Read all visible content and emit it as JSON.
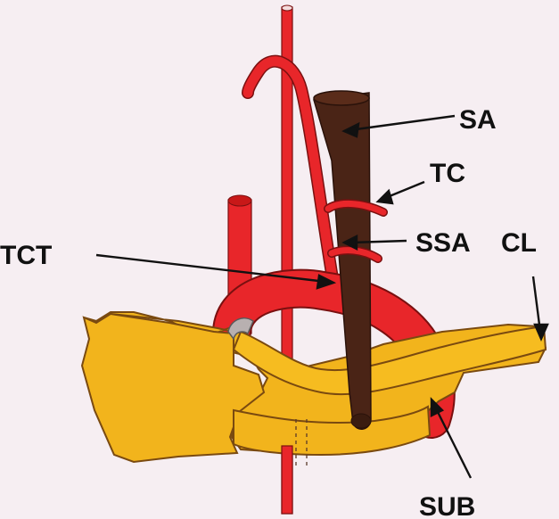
{
  "labels": {
    "sa": "SA",
    "tc": "TC",
    "tct": "TCT",
    "ssa": "SSA",
    "cl": "CL",
    "sub": "SUB"
  },
  "colors": {
    "background": "#f6eef2",
    "artery": "#e8262a",
    "scalene": "#4a2416",
    "clavicle_bone": "#f2b41c",
    "outline": "#5a3a2a"
  }
}
